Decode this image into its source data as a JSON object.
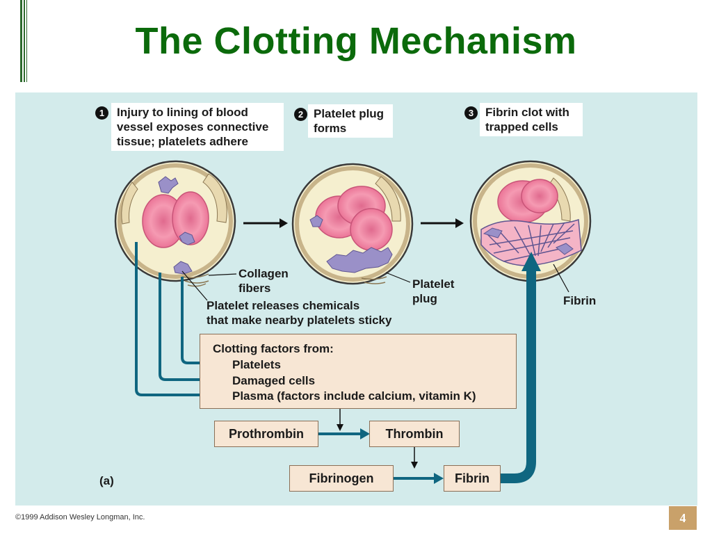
{
  "title": "The Clotting Mechanism",
  "steps": [
    {
      "num": "1",
      "text_lines": [
        "Injury to lining of blood",
        "vessel exposes connective",
        "tissue; platelets adhere"
      ]
    },
    {
      "num": "2",
      "text_lines": [
        "Platelet plug",
        "forms"
      ]
    },
    {
      "num": "3",
      "text_lines": [
        "Fibrin clot with",
        "trapped cells"
      ]
    }
  ],
  "labels": {
    "collagen": [
      "Collagen",
      "fibers"
    ],
    "releases": [
      "Platelet releases chemicals",
      "that make nearby platelets sticky"
    ],
    "plug": [
      "Platelet",
      "plug"
    ],
    "fibrin_label": "Fibrin"
  },
  "factors": {
    "heading": "Clotting factors from:",
    "items": [
      "Platelets",
      "Damaged cells",
      "Plasma (factors include calcium, vitamin K)"
    ]
  },
  "cascade": {
    "prothrombin": "Prothrombin",
    "thrombin": "Thrombin",
    "fibrinogen": "Fibrinogen",
    "fibrin": "Fibrin"
  },
  "panel_label": "(a)",
  "footer": "©1999 Addison Wesley Longman, Inc.",
  "page_number": "4",
  "colors": {
    "title": "#0b6a0b",
    "panel_bg": "#d3ebeb",
    "arrow_teal": "#0f6680",
    "box_fill": "#f7e6d4",
    "rbc_pink": "#f08aa6",
    "platelet_purple": "#9a90c8",
    "page_badge": "#c9a16a"
  }
}
